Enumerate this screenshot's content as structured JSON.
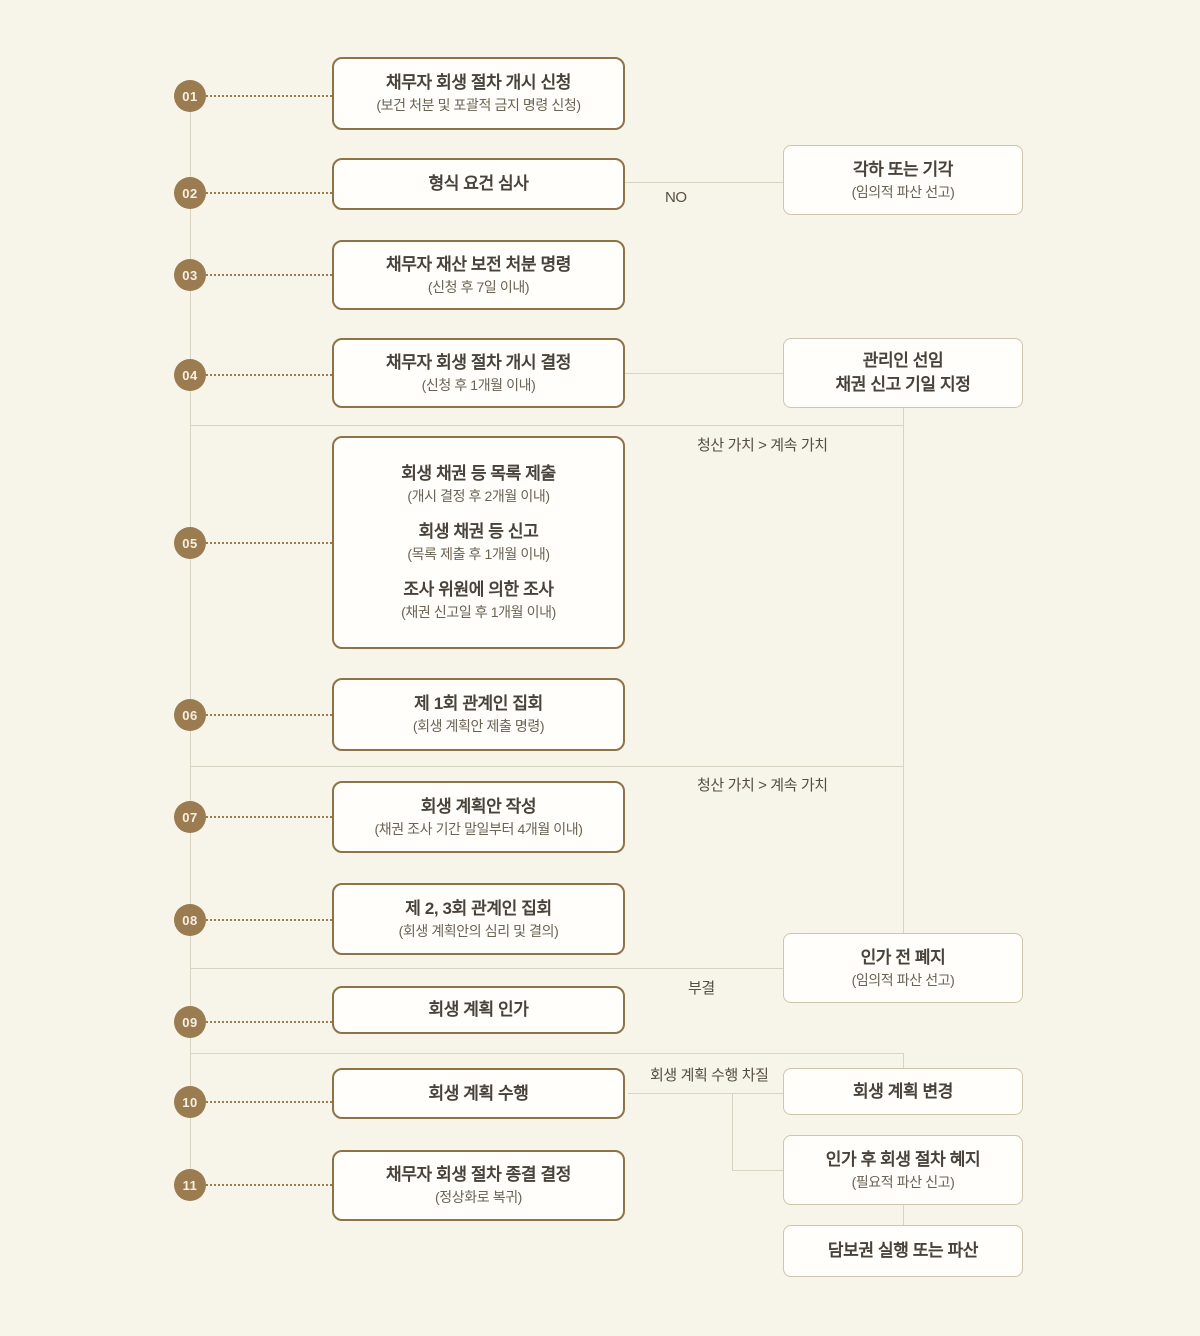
{
  "flow": {
    "steps": [
      {
        "num": "01",
        "title": "채무자 회생 절차 개시 신청",
        "subtitle": "(보건 처분 및 포괄적 금지 명령 신청)"
      },
      {
        "num": "02",
        "title": "형식 요건 심사",
        "subtitle": ""
      },
      {
        "num": "03",
        "title": "채무자 재산 보전 처분 명령",
        "subtitle": "(신청 후 7일 이내)"
      },
      {
        "num": "04",
        "title": "채무자 회생 절차 개시 결정",
        "subtitle": "(신청 후 1개월 이내)"
      },
      {
        "num": "05",
        "items": [
          {
            "title": "회생 채권 등 목록 제출",
            "subtitle": "(개시 결정 후 2개월 이내)"
          },
          {
            "title": "회생 채권 등 신고",
            "subtitle": "(목록 제출 후 1개월 이내)"
          },
          {
            "title": "조사 위원에 의한 조사",
            "subtitle": "(채권 신고일 후 1개월 이내)"
          }
        ]
      },
      {
        "num": "06",
        "title": "제 1회 관계인 집회",
        "subtitle": "(회생 계획안 제출 명령)"
      },
      {
        "num": "07",
        "title": "회생 계획안 작성",
        "subtitle": "(채권 조사 기간 말일부터 4개월 이내)"
      },
      {
        "num": "08",
        "title": "제 2, 3회 관계인 집회",
        "subtitle": "(회생 계획안의 심리 및 결의)"
      },
      {
        "num": "09",
        "title": "회생 계획 인가",
        "subtitle": ""
      },
      {
        "num": "10",
        "title": "회생 계획 수행",
        "subtitle": ""
      },
      {
        "num": "11",
        "title": "채무자 회생 절차 종결 결정",
        "subtitle": "(정상화로 복귀)"
      }
    ],
    "side_boxes": {
      "dismissal": {
        "title": "각하 또는 기각",
        "subtitle": "(임의적 파산 선고)"
      },
      "custodian": {
        "line1": "관리인 선임",
        "line2": "채권 신고 기일 지정"
      },
      "pre_repeal": {
        "title": "인가 전 폐지",
        "subtitle": "(임의적 파산 선고)"
      },
      "plan_change": {
        "title": "회생 계획 변경"
      },
      "post_repeal": {
        "title": "인가 후 회생 절차 혜지",
        "subtitle": "(필요적 파산 신고)"
      },
      "security": {
        "title": "담보권 실행 또는 파산"
      }
    },
    "edge_labels": {
      "no": "NO",
      "liquidation_1": "청산 가치 > 계속 가치",
      "liquidation_2": "청산 가치 > 계속 가치",
      "rejected": "부결",
      "disruption": "회생 계획 수행 차질"
    },
    "colors": {
      "background": "#f7f4ea",
      "circle": "#9a7c50",
      "main_box_border": "#8d7347",
      "side_box_border": "#d0c5ad",
      "line": "#d9d3c4",
      "title_text": "#49423a",
      "subtitle_text": "#6a6354"
    }
  }
}
